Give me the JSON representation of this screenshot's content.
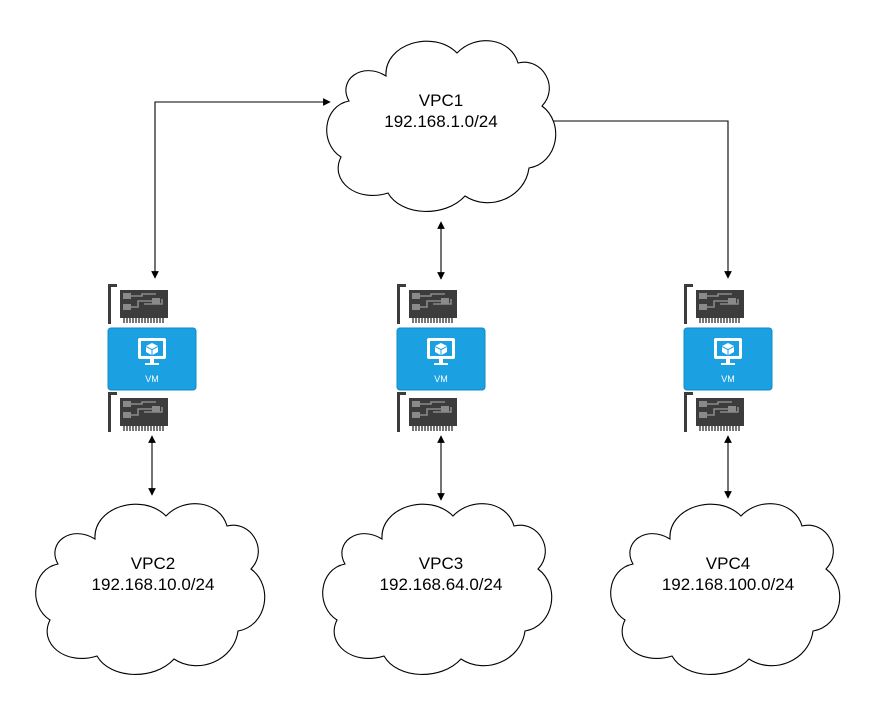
{
  "clouds": [
    {
      "id": "vpc1",
      "name": "VPC1",
      "cidr": "192.168.1.0/24"
    },
    {
      "id": "vpc2",
      "name": "VPC2",
      "cidr": "192.168.10.0/24"
    },
    {
      "id": "vpc3",
      "name": "VPC3",
      "cidr": "192.168.64.0/24"
    },
    {
      "id": "vpc4",
      "name": "VPC4",
      "cidr": "192.168.100.0/24"
    }
  ],
  "vms": [
    {
      "id": "vm-left",
      "label": "VM"
    },
    {
      "id": "vm-middle",
      "label": "VM"
    },
    {
      "id": "vm-right",
      "label": "VM"
    }
  ],
  "colors": {
    "vm_fill": "#1BA1E2",
    "vm_stroke": "#0E8AC8",
    "nic_fill": "#3C3C3C",
    "nic_trace": "#8A8A8A",
    "cloud_stroke": "#000000",
    "line": "#000000"
  },
  "icons": {
    "vm": "monitor-with-cube-icon",
    "nic": "network-interface-card-icon",
    "cloud": "cloud-shape"
  }
}
